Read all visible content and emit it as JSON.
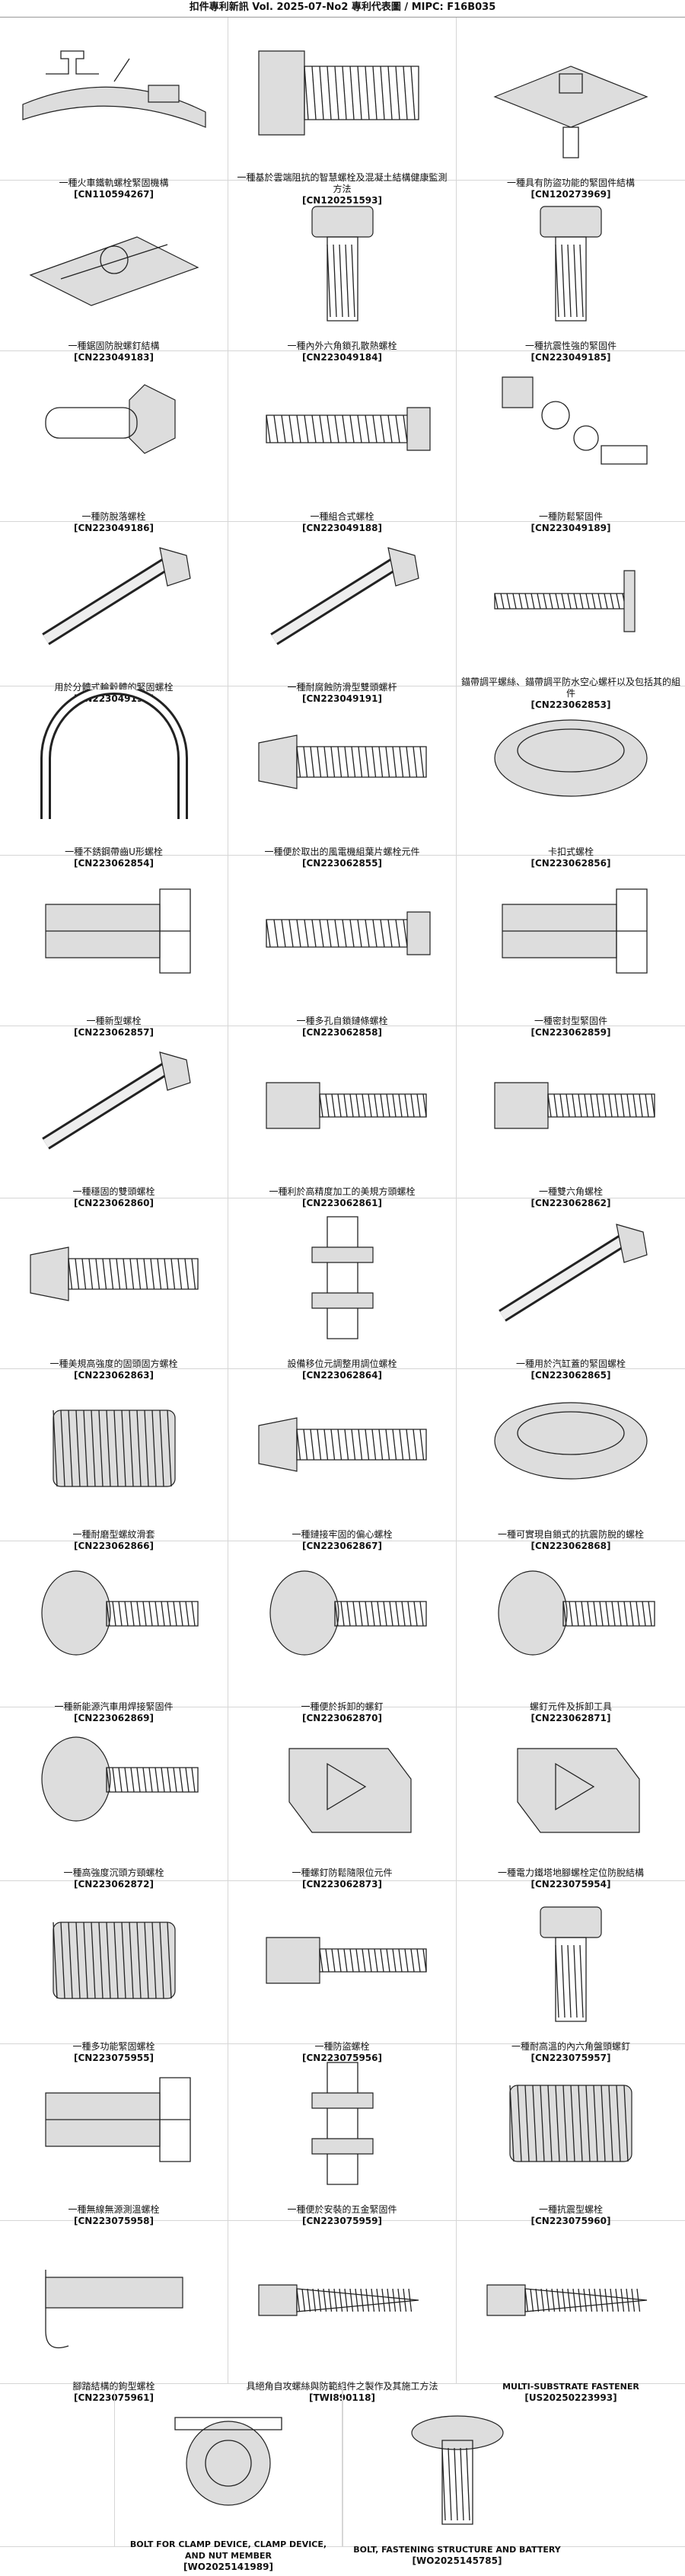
{
  "header": {
    "title": "扣件專利新訊  Vol. 2025-07-No2  專利代表圖  /  MIPC:  F16B035"
  },
  "patents": [
    {
      "title": "一種火車鐵軌螺栓緊固機構",
      "number": "[CN110594267]",
      "icon": "rail-fastener"
    },
    {
      "title": "一種基於雲端阻抗的智慧螺栓及混凝土結構健康監測方法",
      "number": "[CN120251593]",
      "icon": "smart-bolt"
    },
    {
      "title": "一種具有防盜功能的緊固件結構",
      "number": "[CN120273969]",
      "icon": "anti-theft-plate"
    },
    {
      "title": "一種鋸固防脫螺釘結構",
      "number": "[CN223049183]",
      "icon": "plate-screw"
    },
    {
      "title": "一種內外六角鎖孔散熱螺栓",
      "number": "[CN223049184]",
      "icon": "hex-bolt"
    },
    {
      "title": "一種抗震性強的緊固件",
      "number": "[CN223049185]",
      "icon": "washer-bolt"
    },
    {
      "title": "一種防脫落螺栓",
      "number": "[CN223049186]",
      "icon": "anti-drop-bolt"
    },
    {
      "title": "一種組合式螺栓",
      "number": "[CN223049188]",
      "icon": "combined-bolt"
    },
    {
      "title": "一種防鬆緊固件",
      "number": "[CN223049189]",
      "icon": "exploded-fastener"
    },
    {
      "title": "用於分體式輪轂體的緊固螺栓",
      "number": "[CN223049190]",
      "icon": "hub-bolt"
    },
    {
      "title": "一種耐腐蝕防滑型雙頭螺杆",
      "number": "[CN223049191]",
      "icon": "double-stud"
    },
    {
      "title": "錨帶調平螺絲、錨帶調平防水空心螺杆以及包括其的組件",
      "number": "[CN223062853]",
      "icon": "leveling-screw"
    },
    {
      "title": "一種不銹鋼帶齒U形螺栓",
      "number": "[CN223062854]",
      "icon": "u-bolt"
    },
    {
      "title": "一種便於取出的風電機組葉片螺栓元件",
      "number": "[CN223062855]",
      "icon": "blade-bolt"
    },
    {
      "title": "卡扣式螺栓",
      "number": "[CN223062856]",
      "icon": "snap-bolt"
    },
    {
      "title": "一種新型螺栓",
      "number": "[CN223062857]",
      "icon": "new-bolt"
    },
    {
      "title": "一種多孔自鎖鏈條螺栓",
      "number": "[CN223062858]",
      "icon": "porous-bolt"
    },
    {
      "title": "一種密封型緊固件",
      "number": "[CN223062859]",
      "icon": "sealed-fastener"
    },
    {
      "title": "一種穩固的雙頭螺栓",
      "number": "[CN223062860]",
      "icon": "stable-stud"
    },
    {
      "title": "一種利於高精度加工的美規方頭螺栓",
      "number": "[CN223062861]",
      "icon": "square-head-bolt"
    },
    {
      "title": "一種雙六角螺栓",
      "number": "[CN223062862]",
      "icon": "double-hex-bolt"
    },
    {
      "title": "一種美規高強度的固頭固方螺栓",
      "number": "[CN223062863]",
      "icon": "high-strength-bolt"
    },
    {
      "title": "設備移位元調整用調位螺栓",
      "number": "[CN223062864]",
      "icon": "adjusting-bolt"
    },
    {
      "title": "一種用於汽缸蓋的緊固螺栓",
      "number": "[CN223062865]",
      "icon": "cylinder-bolt"
    },
    {
      "title": "一種耐磨型螺紋滑套",
      "number": "[CN223062866]",
      "icon": "thread-sleeve"
    },
    {
      "title": "一種鏈接牢固的偏心螺栓",
      "number": "[CN223062867]",
      "icon": "eccentric-bolt"
    },
    {
      "title": "一種可實現自鎖式的抗震防脫的螺栓",
      "number": "[CN223062868]",
      "icon": "self-lock-bolt"
    },
    {
      "title": "一種新能源汽車用焊接緊固件",
      "number": "[CN223062869]",
      "icon": "weld-fastener"
    },
    {
      "title": "一種便於拆卸的螺釘",
      "number": "[CN223062870]",
      "icon": "socket-screw"
    },
    {
      "title": "螺釘元件及拆卸工具",
      "number": "[CN223062871]",
      "icon": "tamper-screw"
    },
    {
      "title": "一種高強度沉頭方頸螺栓",
      "number": "[CN223062872]",
      "icon": "carriage-bolt"
    },
    {
      "title": "一種螺釘防鬆隨限位元件",
      "number": "[CN223062873]",
      "icon": "limit-element"
    },
    {
      "title": "一種電力鐵塔地腳螺栓定位防脫結構",
      "number": "[CN223075954]",
      "icon": "anchor-bolt"
    },
    {
      "title": "一種多功能緊固螺栓",
      "number": "[CN223075955]",
      "icon": "multi-bolt"
    },
    {
      "title": "一種防盜螺栓",
      "number": "[CN223075956]",
      "icon": "theft-bolt"
    },
    {
      "title": "一種耐高溫的內六角盤頭螺釘",
      "number": "[CN223075957]",
      "icon": "pan-head-screw"
    },
    {
      "title": "一種無線無源測溫螺栓",
      "number": "[CN223075958]",
      "icon": "sensor-bolt"
    },
    {
      "title": "一種便於安裝的五金緊固件",
      "number": "[CN223075959]",
      "icon": "hardware-fastener"
    },
    {
      "title": "一種抗震型螺栓",
      "number": "[CN223075960]",
      "icon": "seismic-bolt"
    },
    {
      "title": "腳踏結構的鉤型螺栓",
      "number": "[CN223075961]",
      "icon": "hook-bolt"
    },
    {
      "title": "具絕角自攻螺絲與防範組件之製作及其施工方法",
      "number": "[TWI890118]",
      "icon": "self-tapping-screw"
    },
    {
      "title": "MULTI-SUBSTRATE FASTENER",
      "number": "[US20250223993]",
      "icon": "multi-substrate"
    },
    {
      "title": "BOLT FOR CLAMP DEVICE, CLAMP DEVICE, AND NUT MEMBER",
      "number": "[WO2025141989]",
      "icon": "clamp-bolt"
    },
    {
      "title": "BOLT, FASTENING STRUCTURE AND BATTERY",
      "number": "[WO2025145785]",
      "icon": "battery-bolt"
    }
  ]
}
